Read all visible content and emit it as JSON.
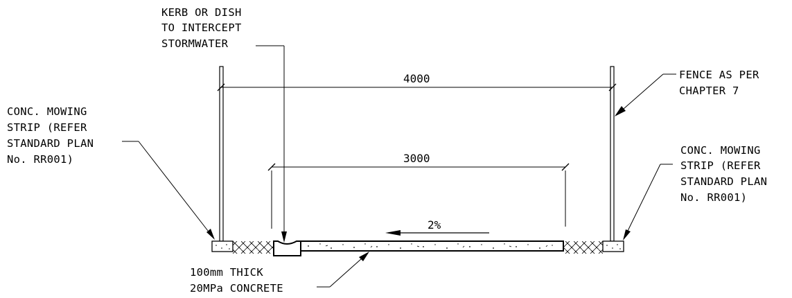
{
  "labels": {
    "kerb": [
      "KERB OR DISH",
      "TO INTERCEPT",
      "STORMWATER"
    ],
    "fence": [
      "FENCE AS PER",
      "CHAPTER 7"
    ],
    "mowing_left": [
      "CONC. MOWING",
      "STRIP (REFER",
      "STANDARD PLAN",
      "No. RR001)"
    ],
    "mowing_right": [
      "CONC. MOWING",
      "STRIP (REFER",
      "STANDARD PLAN",
      "No. RR001)"
    ],
    "concrete": [
      "100mm THICK",
      "20MPa CONCRETE"
    ]
  },
  "dimensions": {
    "outer": "4000",
    "inner": "3000",
    "slope": "2%"
  }
}
